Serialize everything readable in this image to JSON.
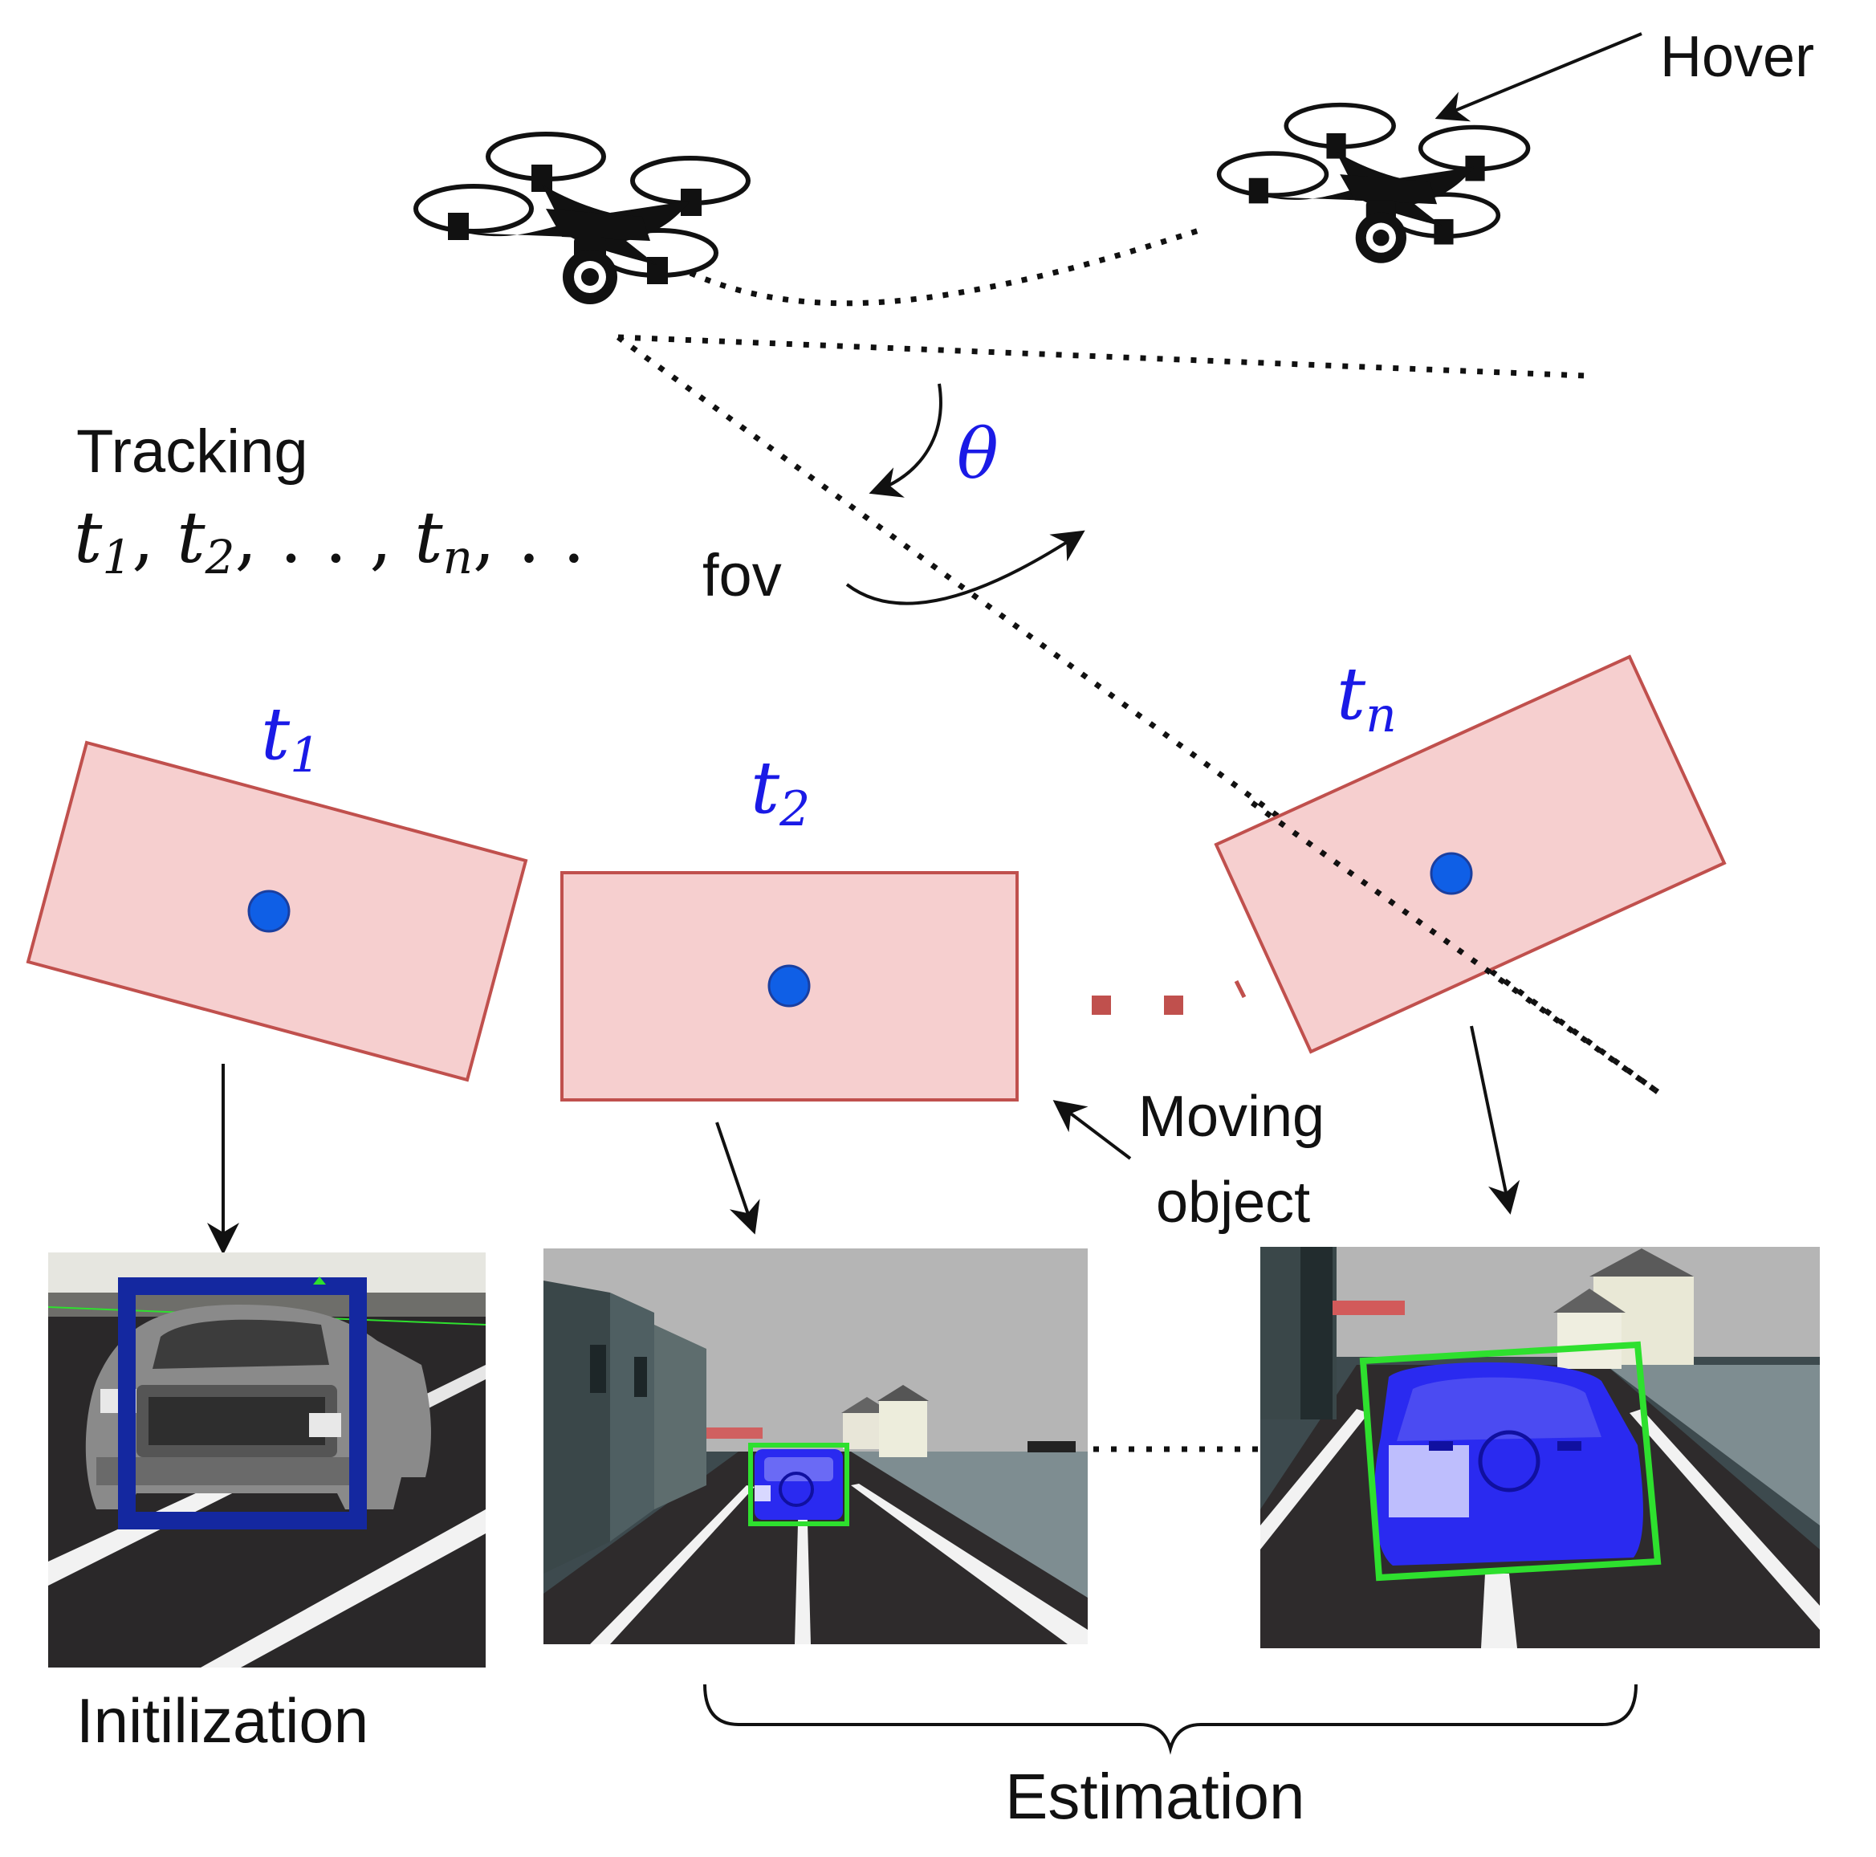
{
  "labels": {
    "hover": "Hover",
    "tracking": "Tracking",
    "tracking_seq": {
      "t1": "t",
      "t1_sub": "1",
      "sep1": ", ",
      "t2": "t",
      "t2_sub": "2",
      "sep2": ", . . , ",
      "tn": "t",
      "tn_sub": "n",
      "sep3": ", . ."
    },
    "theta": "θ",
    "fov": "fov",
    "frame_t1": {
      "t": "t",
      "sub": "1"
    },
    "frame_t2": {
      "t": "t",
      "sub": "2"
    },
    "frame_tn": {
      "t": "t",
      "sub": "n"
    },
    "moving_object_line1": "Moving",
    "moving_object_line2": "object",
    "initialization": "Initilization",
    "estimation": "Estimation"
  },
  "colors": {
    "frame_fill": "#f6cfcf",
    "frame_stroke": "#c0504d",
    "object_dot": "#0f5fe6",
    "math_label": "#1a1ae6",
    "detection_box_init": "#1428a0",
    "detection_box_est": "#2ee02e",
    "tracked_vehicle": "#2a2af0",
    "road": "#2e2b2c",
    "sky": "#b5b5b5"
  },
  "icons": {
    "drone_left": "quadcopter-drone-icon",
    "drone_right": "quadcopter-drone-icon"
  }
}
